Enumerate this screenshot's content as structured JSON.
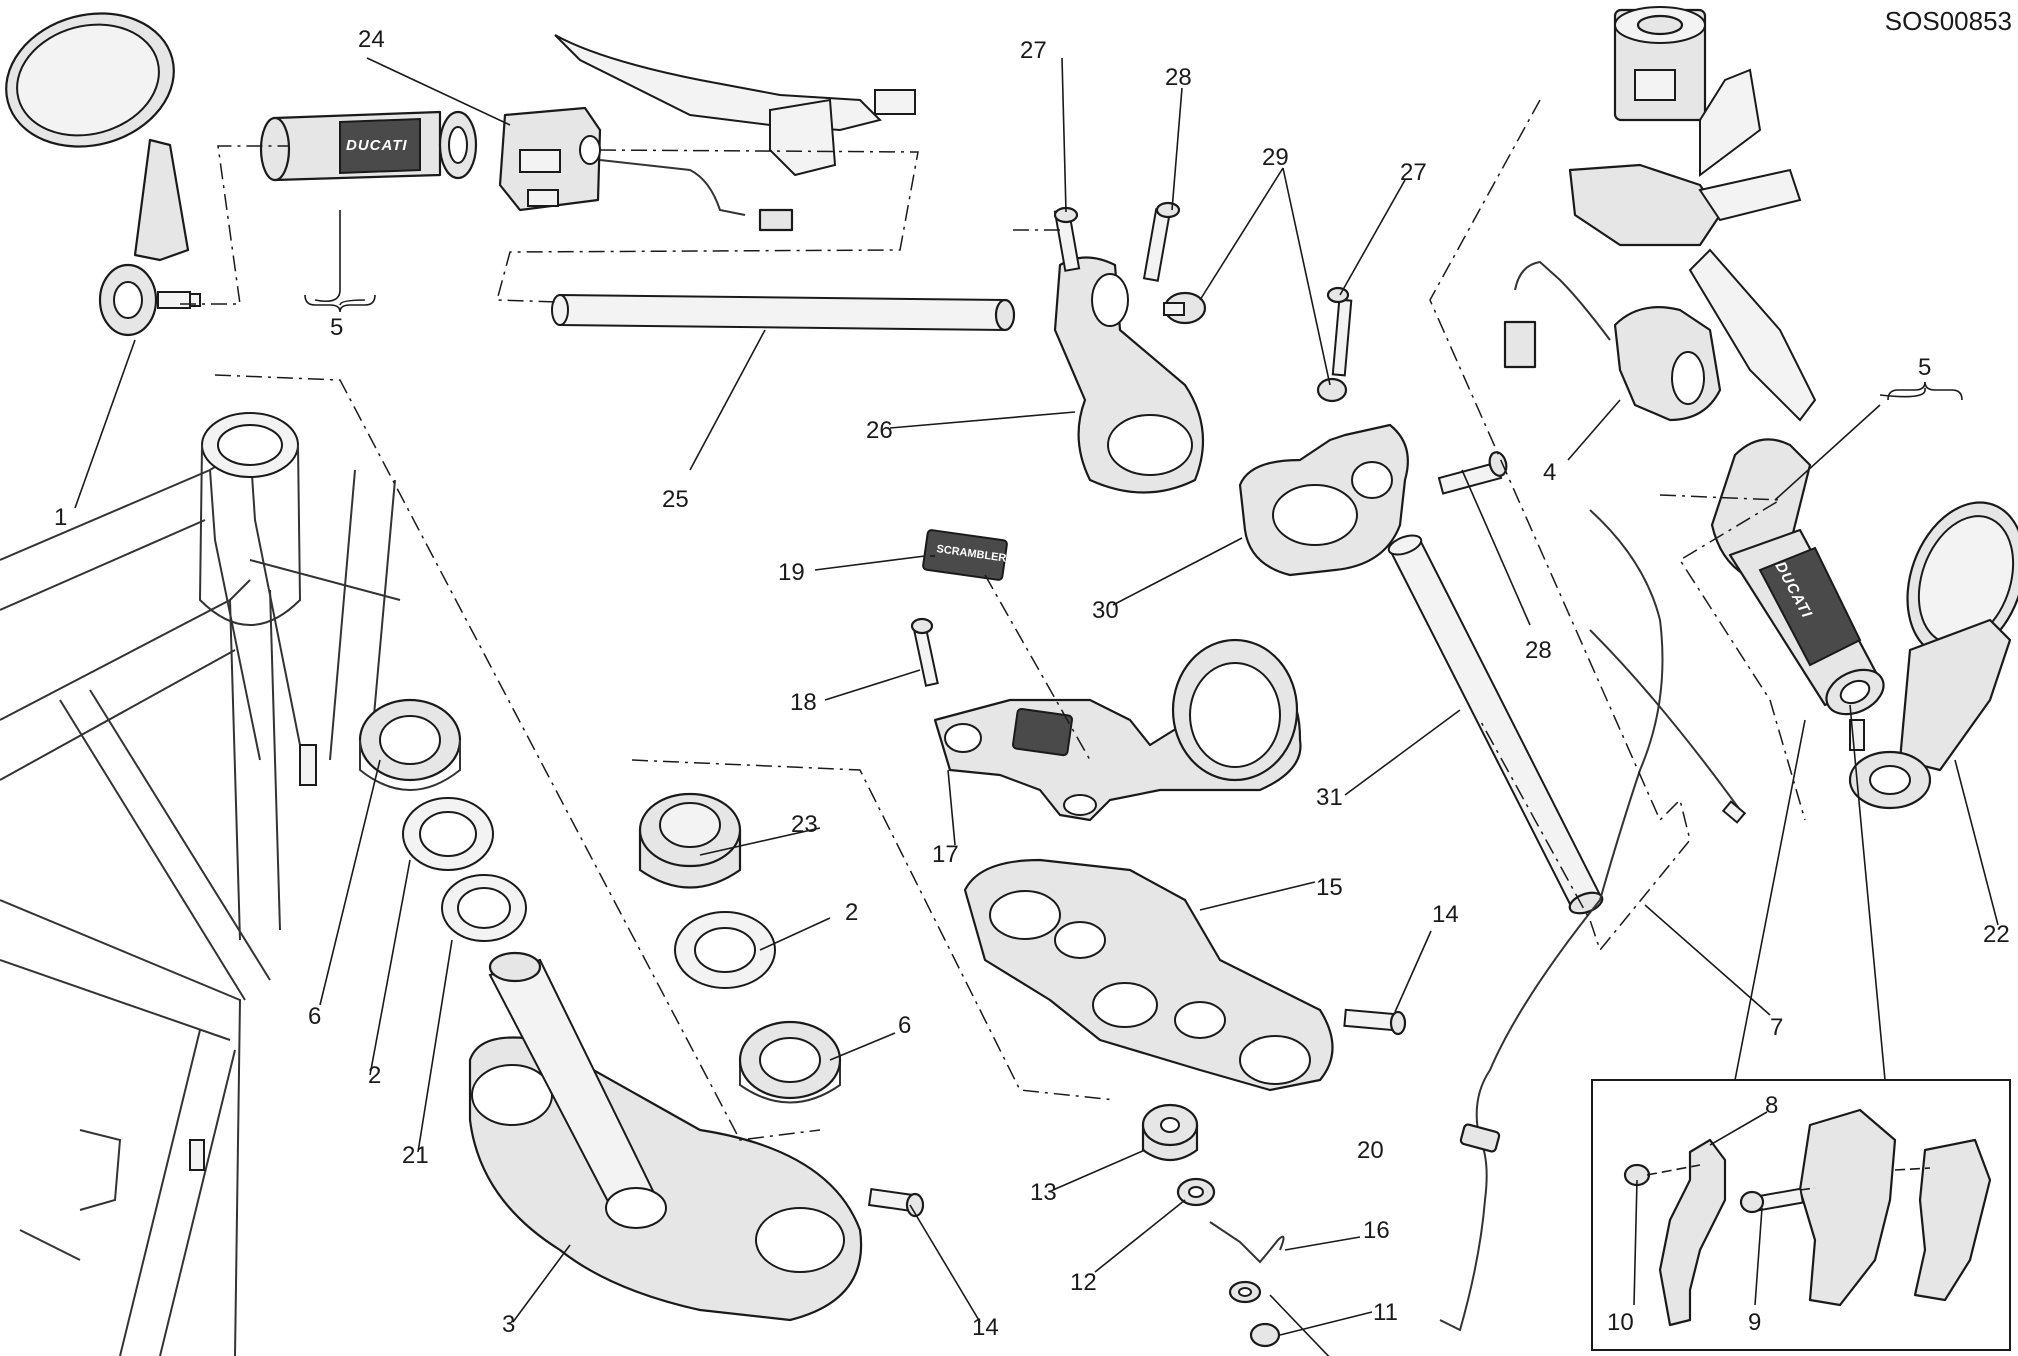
{
  "drawing_code": "SOS00853",
  "grip_brand": "DUCATI",
  "badge_text": "SCRAMBLER",
  "callouts": [
    {
      "id": "c1",
      "label": "1"
    },
    {
      "id": "c2a",
      "label": "2"
    },
    {
      "id": "c2b",
      "label": "2"
    },
    {
      "id": "c3",
      "label": "3"
    },
    {
      "id": "c4",
      "label": "4"
    },
    {
      "id": "c5a",
      "label": "5"
    },
    {
      "id": "c5b",
      "label": "5"
    },
    {
      "id": "c6a",
      "label": "6"
    },
    {
      "id": "c6b",
      "label": "6"
    },
    {
      "id": "c7",
      "label": "7"
    },
    {
      "id": "c8",
      "label": "8"
    },
    {
      "id": "c9",
      "label": "9"
    },
    {
      "id": "c10",
      "label": "10"
    },
    {
      "id": "c11",
      "label": "11"
    },
    {
      "id": "c12",
      "label": "12"
    },
    {
      "id": "c13",
      "label": "13"
    },
    {
      "id": "c14a",
      "label": "14"
    },
    {
      "id": "c14b",
      "label": "14"
    },
    {
      "id": "c15",
      "label": "15"
    },
    {
      "id": "c16",
      "label": "16"
    },
    {
      "id": "c17",
      "label": "17"
    },
    {
      "id": "c18",
      "label": "18"
    },
    {
      "id": "c19",
      "label": "19"
    },
    {
      "id": "c20",
      "label": "20"
    },
    {
      "id": "c21",
      "label": "21"
    },
    {
      "id": "c22",
      "label": "22"
    },
    {
      "id": "c23",
      "label": "23"
    },
    {
      "id": "c24",
      "label": "24"
    },
    {
      "id": "c25",
      "label": "25"
    },
    {
      "id": "c26",
      "label": "26"
    },
    {
      "id": "c27a",
      "label": "27"
    },
    {
      "id": "c27b",
      "label": "27"
    },
    {
      "id": "c28a",
      "label": "28"
    },
    {
      "id": "c28b",
      "label": "28"
    },
    {
      "id": "c29",
      "label": "29"
    },
    {
      "id": "c30",
      "label": "30"
    },
    {
      "id": "c31",
      "label": "31"
    }
  ]
}
